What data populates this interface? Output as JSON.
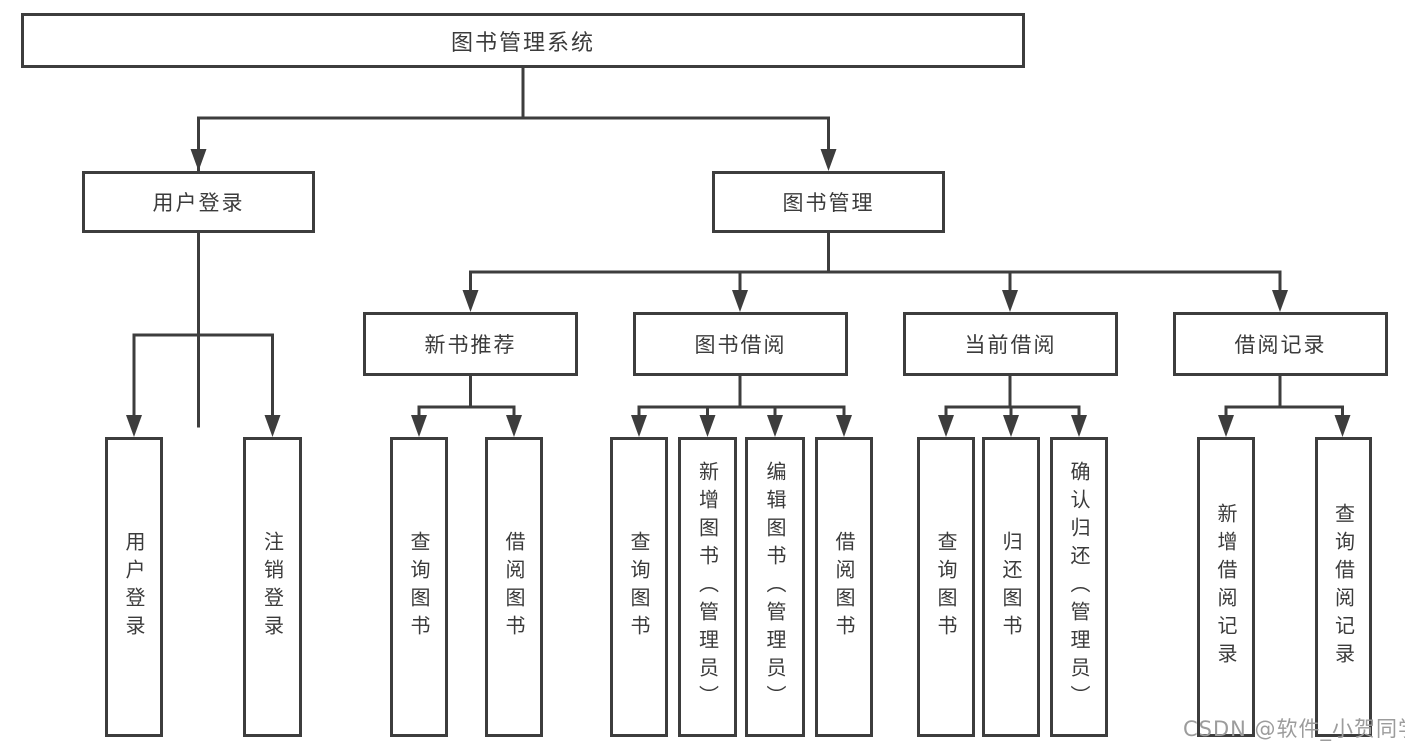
{
  "diagram": {
    "type": "hierarchy-tree",
    "colors": {
      "line": "#3d3d3d",
      "box_border": "#3d3d3d",
      "text": "#3b3b3b",
      "background": "#ffffff",
      "watermark": "#9c9c9c"
    },
    "tree": {
      "label": "图书管理系统",
      "children": [
        {
          "label": "用户登录",
          "children": [
            {
              "label": "用户登录"
            },
            {
              "label": "注销登录"
            }
          ]
        },
        {
          "label": "图书管理",
          "children": [
            {
              "label": "新书推荐",
              "children": [
                {
                  "label": "查询图书"
                },
                {
                  "label": "借阅图书"
                }
              ]
            },
            {
              "label": "图书借阅",
              "children": [
                {
                  "label": "查询图书"
                },
                {
                  "label": "新增图书（管理员）"
                },
                {
                  "label": "编辑图书（管理员）"
                },
                {
                  "label": "借阅图书"
                }
              ]
            },
            {
              "label": "当前借阅",
              "children": [
                {
                  "label": "查询图书"
                },
                {
                  "label": "归还图书"
                },
                {
                  "label": "确认归还（管理员）"
                }
              ]
            },
            {
              "label": "借阅记录",
              "children": [
                {
                  "label": "新增借阅记录"
                },
                {
                  "label": "查询借阅记录"
                }
              ]
            }
          ]
        }
      ]
    },
    "watermark": {
      "text": "CSDN @软件_小贺同学"
    }
  }
}
